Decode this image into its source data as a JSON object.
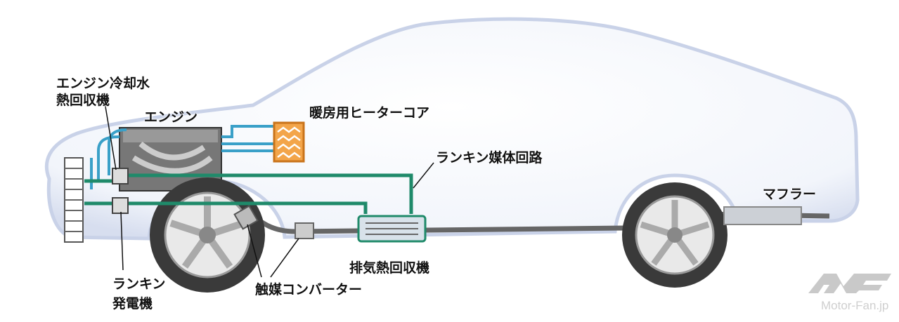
{
  "labels": {
    "coolant_recovery_1": "エンジン冷却水",
    "coolant_recovery_2": "熱回収機",
    "engine": "エンジン",
    "heater_core": "暖房用ヒーターコア",
    "rankine_circuit": "ランキン媒体回路",
    "muffler": "マフラー",
    "exhaust_recovery": "排気熱回収機",
    "rankine_generator_1": "ランキン",
    "rankine_generator_2": "発電機",
    "catalytic_converter": "触媒コンバーター"
  },
  "logo": {
    "mark": "MF",
    "text": "Motor-Fan.jp"
  },
  "colors": {
    "rankine": "#1f8a6a",
    "coolant": "#3aa0c8",
    "heater": "#e8912c",
    "body": "#dfe6f3"
  }
}
